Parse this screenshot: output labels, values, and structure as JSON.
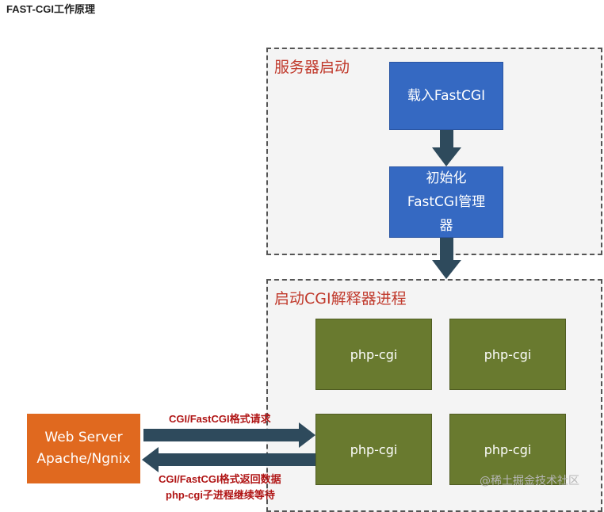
{
  "page_title": "FAST-CGI工作原理",
  "panels": {
    "startup_label": "服务器启动",
    "processes_label": "启动CGI解释器进程"
  },
  "boxes": {
    "load": "载入FastCGI",
    "init": "初始化\nFastCGI管理\n器",
    "webserver": "Web Server\nApache/Ngnix",
    "php_cgi": [
      "php-cgi",
      "php-cgi",
      "php-cgi",
      "php-cgi"
    ]
  },
  "arrows": {
    "request_label": "CGI/FastCGI格式请求",
    "response_line1": "CGI/FastCGI格式返回数据",
    "response_line2": "php-cgi子进程继续等待"
  },
  "watermark": "@稀土掘金技术社区",
  "colors": {
    "blue": "#3569c2",
    "green": "#697a2f",
    "orange": "#e0691f",
    "arrow": "#2e4a5c",
    "red_text": "#c0392b"
  }
}
